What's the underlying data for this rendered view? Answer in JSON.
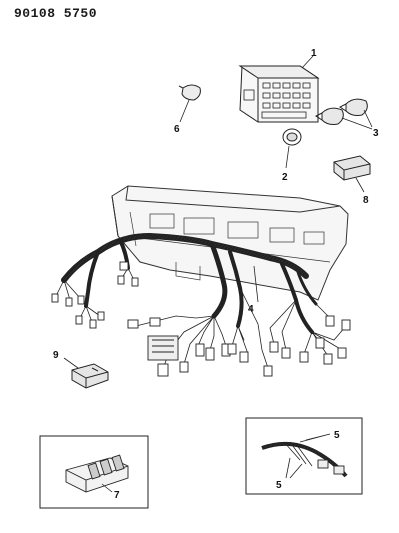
{
  "header": {
    "code": "90108 5750"
  },
  "callouts": {
    "c1": "1",
    "c2": "2",
    "c3": "3",
    "c4": "4",
    "c5a": "5",
    "c5b": "5",
    "c6": "6",
    "c7": "7",
    "c8": "8",
    "c9": "9"
  }
}
